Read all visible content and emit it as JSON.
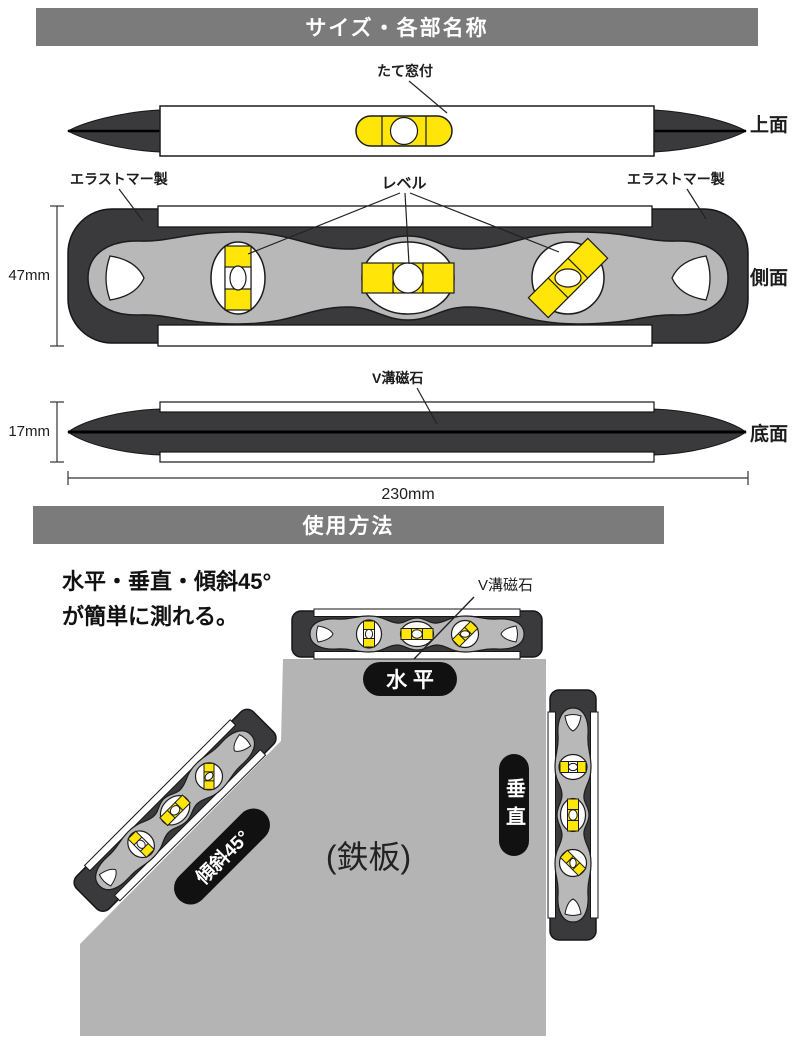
{
  "colors": {
    "header": "#7b7b7b",
    "dark": "#3a3a3c",
    "silver": "#b8b8b8",
    "plate": "#b4b4b4",
    "yellow": "#ffe508",
    "ink": "#1d1d1d",
    "pill": "#111111"
  },
  "section_size": {
    "title": "サイズ・各部名称",
    "labels": {
      "tate_mado": "たて窓付",
      "top_face": "上面",
      "elastomer_left": "エラストマー製",
      "elastomer_right": "エラストマー製",
      "level": "レベル",
      "side_face": "側面",
      "height": "47mm",
      "v_groove_magnet": "V溝磁石",
      "thickness": "17mm",
      "bottom_face": "底面",
      "length": "230mm"
    }
  },
  "section_usage": {
    "title": "使用方法",
    "headline_line1": "水平・垂直・傾斜45°",
    "headline_line2": "が簡単に測れる。",
    "v_groove_magnet": "V溝磁石",
    "horizontal": "水 平",
    "vertical": "垂直",
    "incline45": "傾斜45°",
    "steel_plate": "(鉄板)"
  }
}
